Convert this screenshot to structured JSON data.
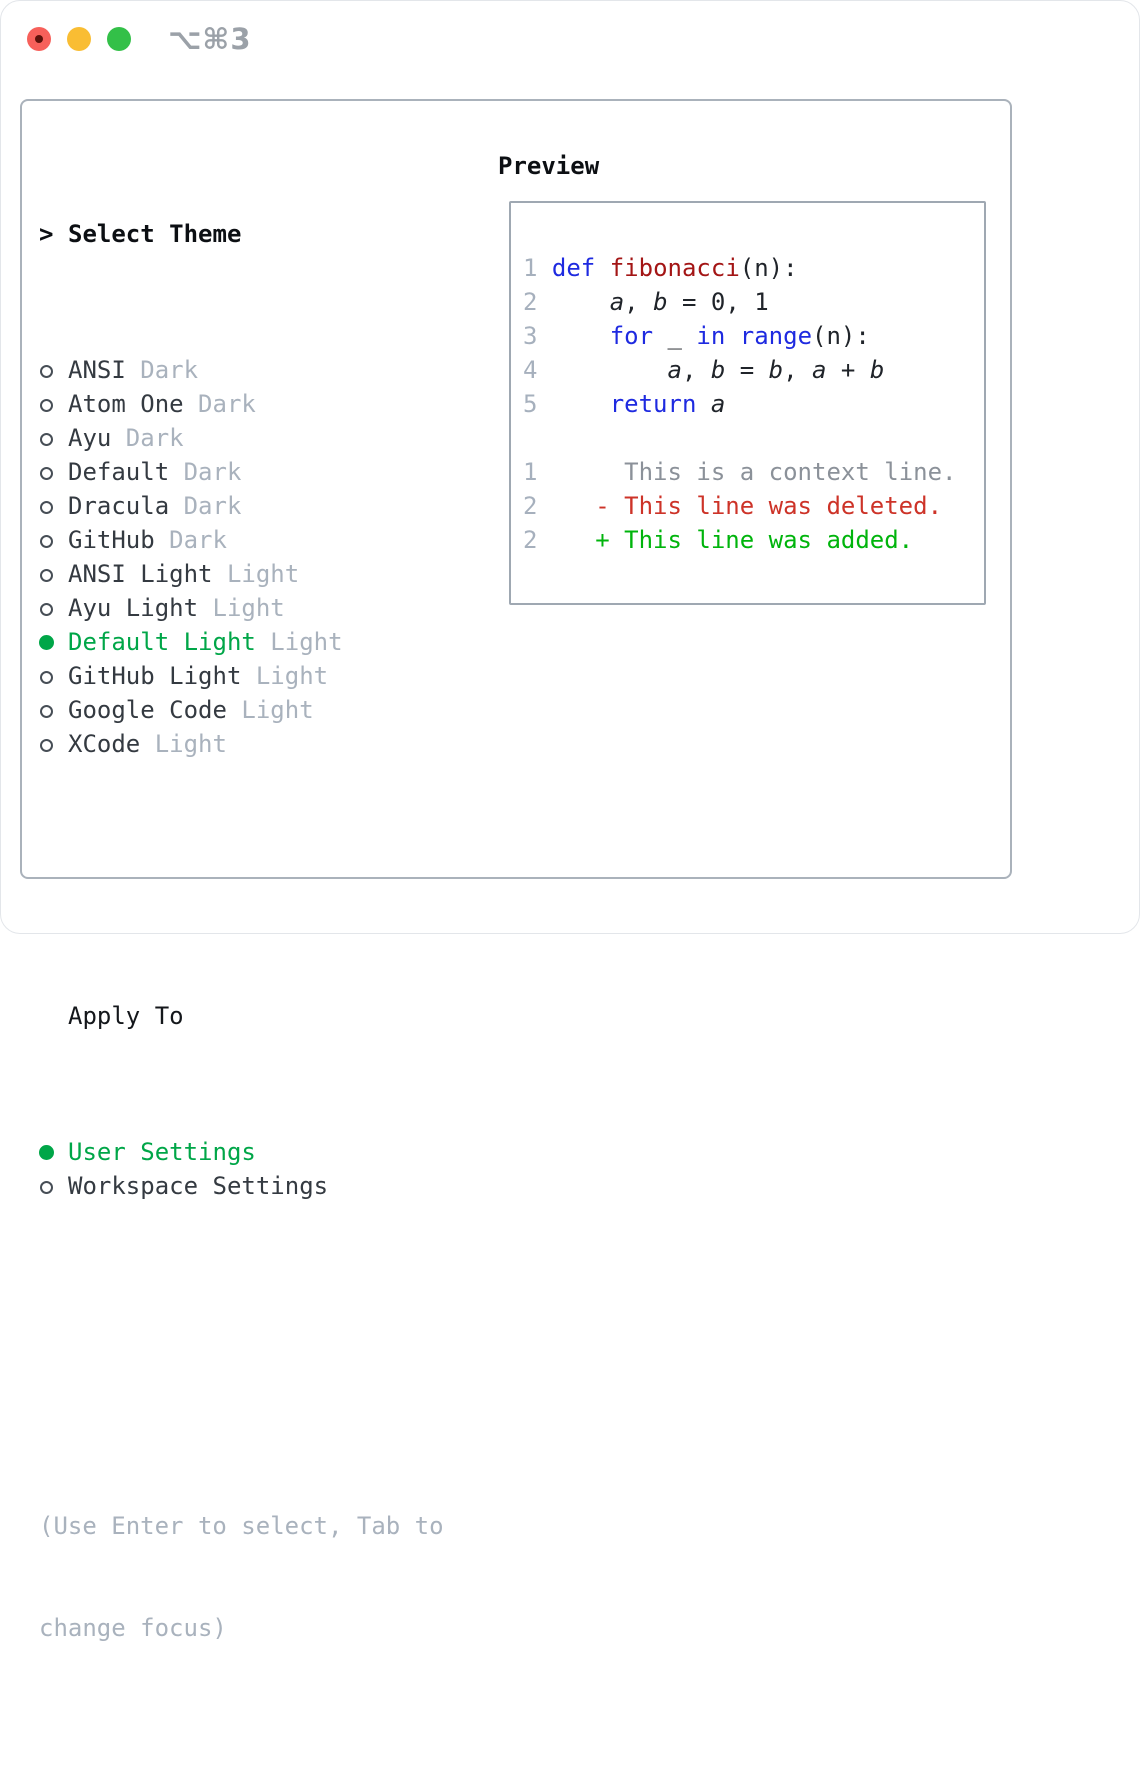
{
  "titlebar": {
    "shortcut": "⌥⌘3",
    "buttons": [
      "close",
      "minimize",
      "zoom"
    ]
  },
  "colors": {
    "selection_green": "#00a648",
    "added_green": "#00b40c",
    "deleted_red": "#cd3328",
    "keyword_blue": "#1e2ae0",
    "function_red": "#a31515",
    "muted_gray": "#a9b2bd",
    "context_gray": "#8b9199",
    "panel_border": "#aab2bb",
    "traffic_red": "#f7605a",
    "traffic_yellow": "#f9bd33",
    "traffic_green": "#33c048"
  },
  "sidebar": {
    "prompt_marker": ">",
    "title": "Select Theme",
    "themes": [
      {
        "name": "ANSI",
        "variant": "Dark",
        "selected": false
      },
      {
        "name": "Atom One",
        "variant": "Dark",
        "selected": false
      },
      {
        "name": "Ayu",
        "variant": "Dark",
        "selected": false
      },
      {
        "name": "Default",
        "variant": "Dark",
        "selected": false
      },
      {
        "name": "Dracula",
        "variant": "Dark",
        "selected": false
      },
      {
        "name": "GitHub",
        "variant": "Dark",
        "selected": false
      },
      {
        "name": "ANSI Light",
        "variant": "Light",
        "selected": false
      },
      {
        "name": "Ayu Light",
        "variant": "Light",
        "selected": false
      },
      {
        "name": "Default Light",
        "variant": "Light",
        "selected": true
      },
      {
        "name": "GitHub Light",
        "variant": "Light",
        "selected": false
      },
      {
        "name": "Google Code",
        "variant": "Light",
        "selected": false
      },
      {
        "name": "XCode",
        "variant": "Light",
        "selected": false
      }
    ],
    "apply_to": {
      "label": "Apply To",
      "options": [
        {
          "label": "User Settings",
          "selected": true
        },
        {
          "label": "Workspace Settings",
          "selected": false
        }
      ]
    },
    "help_lines": [
      "(Use Enter to select, Tab to",
      "change focus)"
    ]
  },
  "preview": {
    "title": "Preview",
    "lines": [
      {
        "tokens": [
          {
            "t": "1 ",
            "c": "num"
          },
          {
            "t": "def",
            "c": "kw"
          },
          {
            "t": " "
          },
          {
            "t": "fibonacci",
            "c": "fn"
          },
          {
            "t": "(n):"
          }
        ]
      },
      {
        "tokens": [
          {
            "t": "2 ",
            "c": "num"
          },
          {
            "t": "    "
          },
          {
            "t": "a",
            "i": true
          },
          {
            "t": ", "
          },
          {
            "t": "b",
            "i": true
          },
          {
            "t": " = 0, 1"
          }
        ]
      },
      {
        "tokens": [
          {
            "t": "3 ",
            "c": "num"
          },
          {
            "t": "    "
          },
          {
            "t": "for",
            "c": "kw"
          },
          {
            "t": " _ "
          },
          {
            "t": "in",
            "c": "kw"
          },
          {
            "t": " "
          },
          {
            "t": "range",
            "c": "kw"
          },
          {
            "t": "(n):"
          }
        ]
      },
      {
        "tokens": [
          {
            "t": "4 ",
            "c": "num"
          },
          {
            "t": "        "
          },
          {
            "t": "a",
            "i": true
          },
          {
            "t": ", "
          },
          {
            "t": "b",
            "i": true
          },
          {
            "t": " = "
          },
          {
            "t": "b",
            "i": true
          },
          {
            "t": ", "
          },
          {
            "t": "a",
            "i": true
          },
          {
            "t": " + "
          },
          {
            "t": "b",
            "i": true
          }
        ]
      },
      {
        "tokens": [
          {
            "t": "5 ",
            "c": "num"
          },
          {
            "t": "    "
          },
          {
            "t": "return",
            "c": "kw"
          },
          {
            "t": " "
          },
          {
            "t": "a",
            "i": true
          }
        ]
      },
      {
        "tokens": []
      },
      {
        "tokens": [
          {
            "t": "1",
            "c": "num"
          },
          {
            "t": "      "
          },
          {
            "t": "This is a context line.",
            "c": "ctx"
          }
        ]
      },
      {
        "tokens": [
          {
            "t": "2",
            "c": "num"
          },
          {
            "t": "    "
          },
          {
            "t": "- This line was deleted.",
            "c": "del"
          }
        ]
      },
      {
        "tokens": [
          {
            "t": "2",
            "c": "num"
          },
          {
            "t": "    "
          },
          {
            "t": "+ This line was added.",
            "c": "add"
          }
        ]
      }
    ]
  }
}
